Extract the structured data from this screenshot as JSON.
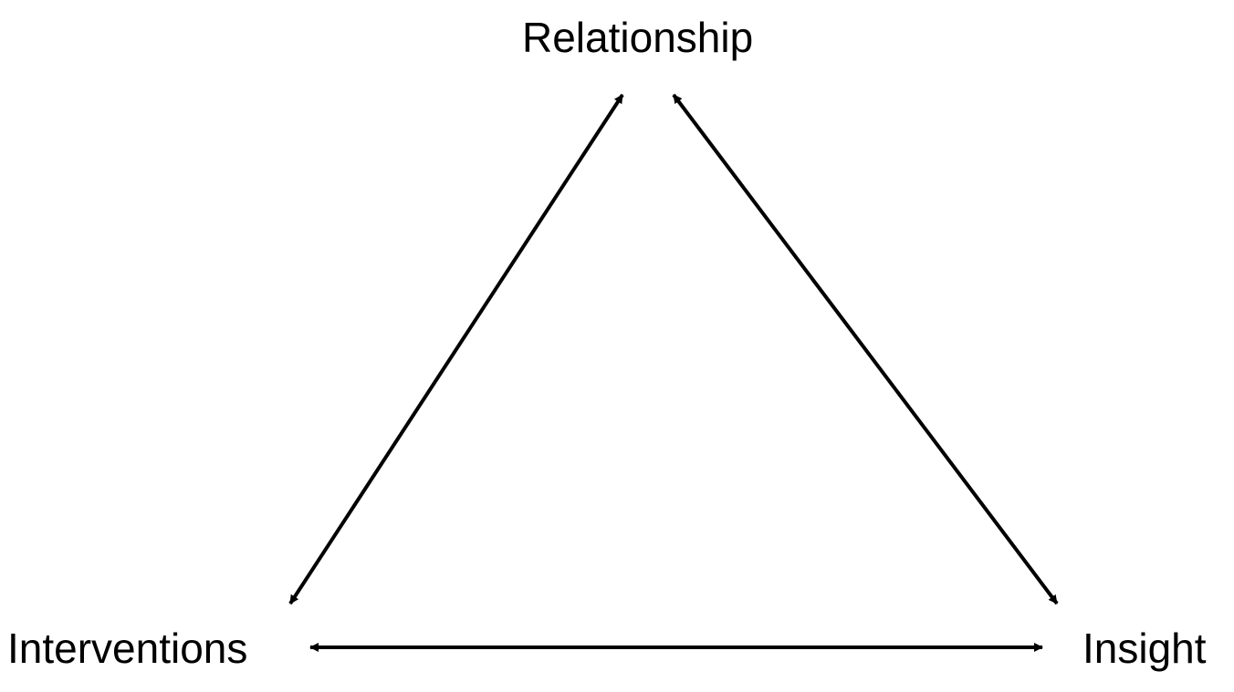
{
  "diagram": {
    "nodes": {
      "top": "Relationship",
      "left": "Interventions",
      "right": "Insight"
    },
    "edges": [
      {
        "from": "Relationship",
        "to": "Interventions",
        "bidirectional": true
      },
      {
        "from": "Relationship",
        "to": "Insight",
        "bidirectional": true
      },
      {
        "from": "Interventions",
        "to": "Insight",
        "bidirectional": true
      }
    ],
    "colors": {
      "line": "#000000",
      "background": "#ffffff"
    }
  }
}
